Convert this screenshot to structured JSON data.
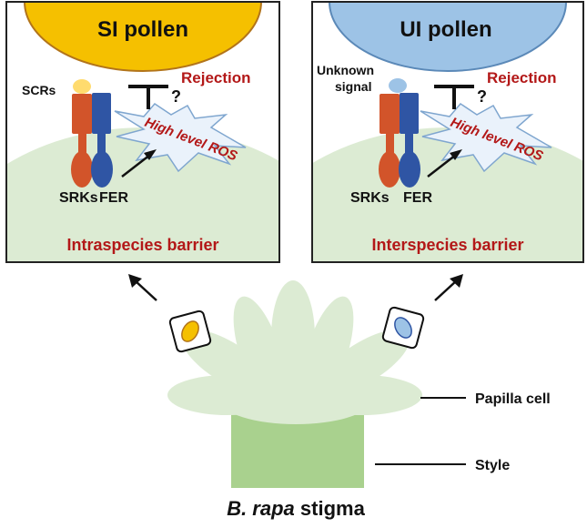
{
  "left_panel": {
    "pollen_label": "SI pollen",
    "ligand_label": "SCRs",
    "rejection_label": "Rejection",
    "question": "?",
    "ros_label": "High level ROS",
    "receptor_label": "SRKs",
    "fer_label": "FER",
    "barrier_label": "Intraspecies barrier"
  },
  "right_panel": {
    "pollen_label": "UI pollen",
    "ligand_label_line1": "Unknown",
    "ligand_label_line2": "signal",
    "rejection_label": "Rejection",
    "question": "?",
    "ros_label": "High level ROS",
    "receptor_label": "SRKs",
    "fer_label": "FER",
    "barrier_label": "Interspecies barrier"
  },
  "stigma": {
    "papilla_label": "Papilla cell",
    "style_label": "Style",
    "title_italic": "B. rapa",
    "title_rest": " stigma"
  },
  "colors": {
    "si_pollen": "#f5c000",
    "ui_pollen": "#9dc3e6",
    "papilla": "#dcebd3",
    "style": "#a9d18e",
    "receptor_orange": "#d2542a",
    "receptor_blue": "#2f55a4",
    "text_red": "#b31818"
  }
}
